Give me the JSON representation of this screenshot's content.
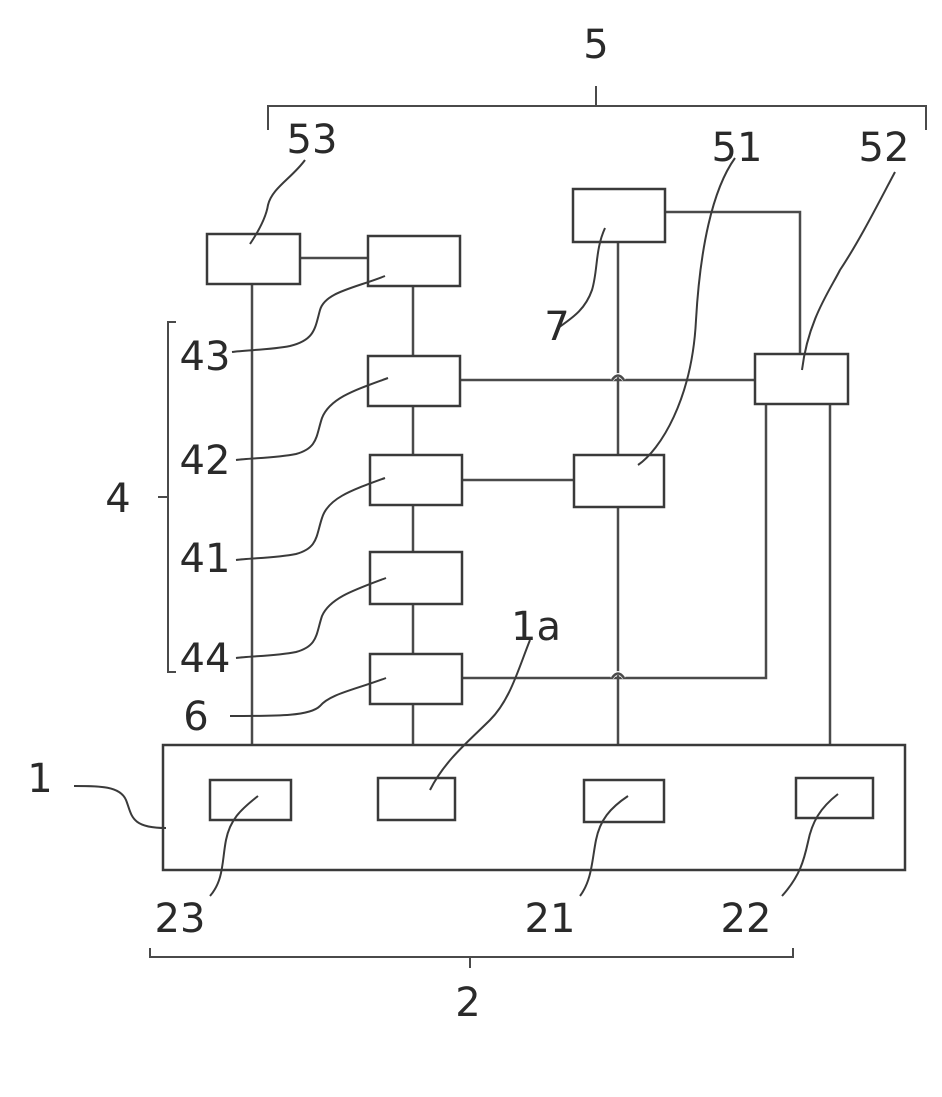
{
  "labels": {
    "group_5": "5",
    "n53": "53",
    "n51": "51",
    "n52": "52",
    "n7": "7",
    "n43": "43",
    "group_4": "4",
    "n42": "42",
    "n41": "41",
    "n44": "44",
    "n1a": "1a",
    "n6": "6",
    "n1": "1",
    "n23": "23",
    "n21": "21",
    "n22": "22",
    "group_2": "2"
  }
}
